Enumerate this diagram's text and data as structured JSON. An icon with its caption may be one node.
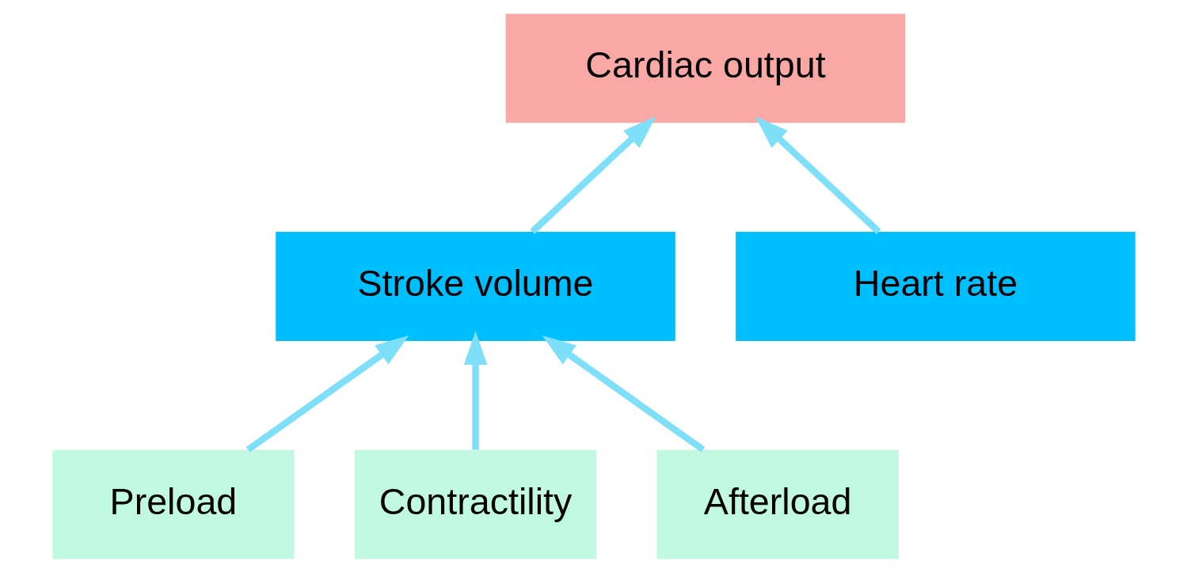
{
  "diagram": {
    "nodes": [
      {
        "text": [
          "Cardiac output"
        ]
      },
      {
        "text": [
          "Stroke volume"
        ]
      },
      {
        "text": [
          "Heart rate"
        ]
      },
      {
        "text": [
          "Preload"
        ]
      },
      {
        "text": [
          "Contractility"
        ]
      },
      {
        "text": [
          "Afterload"
        ]
      }
    ],
    "edges": [
      {
        "from": 1,
        "to": 0,
        "arrow": "to"
      },
      {
        "from": 2,
        "to": 0,
        "arrow": "to"
      },
      {
        "from": 3,
        "to": 1,
        "arrow": "to"
      },
      {
        "from": 4,
        "to": 1,
        "arrow": "to"
      },
      {
        "from": 5,
        "to": 1,
        "arrow": "to"
      }
    ]
  }
}
